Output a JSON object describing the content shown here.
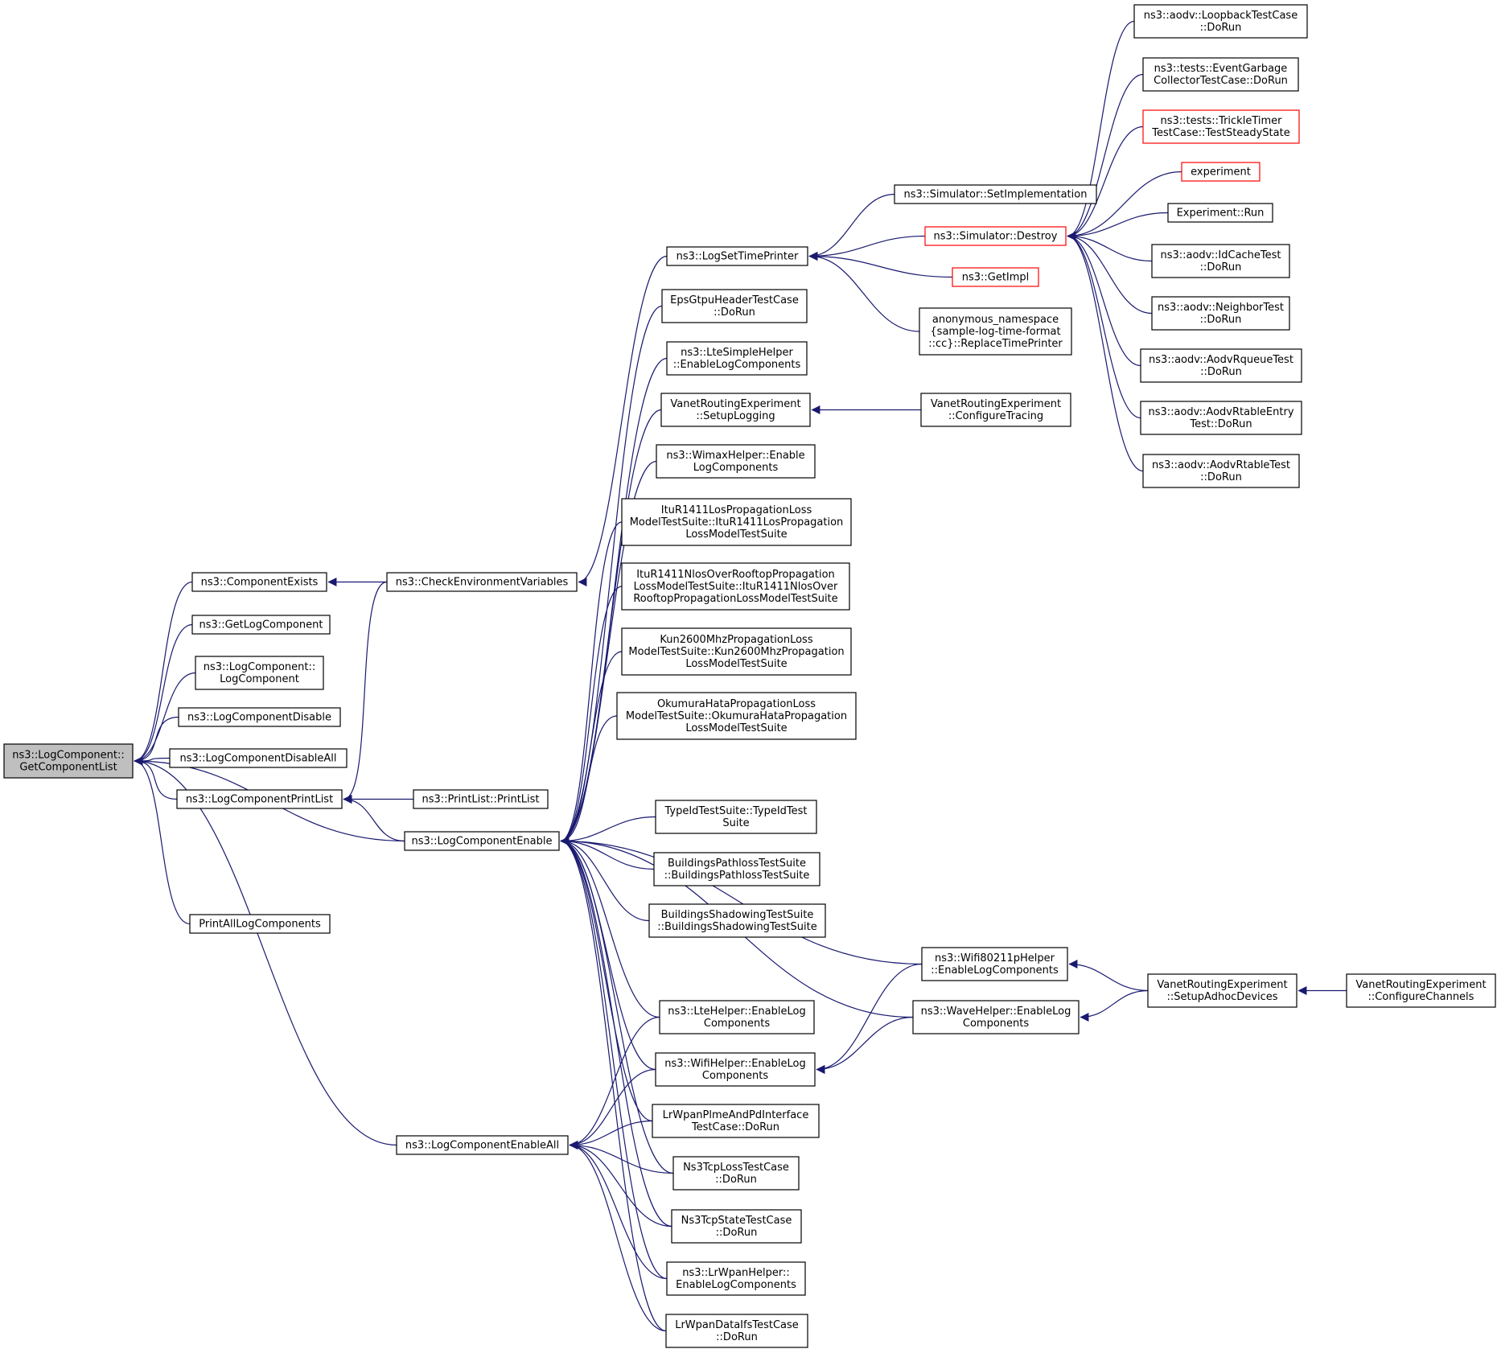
{
  "graph": {
    "colors": {
      "edge": "#191970",
      "node_border": "#000000",
      "node_border_highlight": "#ff0000",
      "focus_fill": "#bfbfbf"
    },
    "nodes": [
      {
        "id": "root",
        "lines": [
          "ns3::LogComponent::",
          "GetComponentList"
        ],
        "style": "gray"
      },
      {
        "id": "compexists",
        "lines": [
          "ns3::ComponentExists"
        ]
      },
      {
        "id": "getlogcomp",
        "lines": [
          "ns3::GetLogComponent"
        ]
      },
      {
        "id": "logcompctor",
        "lines": [
          "ns3::LogComponent::",
          "LogComponent"
        ]
      },
      {
        "id": "lcdisable",
        "lines": [
          "ns3::LogComponentDisable"
        ]
      },
      {
        "id": "lcdisableall",
        "lines": [
          "ns3::LogComponentDisableAll"
        ]
      },
      {
        "id": "lcprintlist",
        "lines": [
          "ns3::LogComponentPrintList"
        ]
      },
      {
        "id": "printall",
        "lines": [
          "PrintAllLogComponents"
        ]
      },
      {
        "id": "checkenv",
        "lines": [
          "ns3::CheckEnvironmentVariables"
        ]
      },
      {
        "id": "printlist",
        "lines": [
          "ns3::PrintList::PrintList"
        ]
      },
      {
        "id": "lcenable",
        "lines": [
          "ns3::LogComponentEnable"
        ]
      },
      {
        "id": "lcenableall",
        "lines": [
          "ns3::LogComponentEnableAll"
        ]
      },
      {
        "id": "logsettime",
        "lines": [
          "ns3::LogSetTimePrinter"
        ]
      },
      {
        "id": "epsgtpu",
        "lines": [
          "EpsGtpuHeaderTestCase",
          "::DoRun"
        ]
      },
      {
        "id": "ltesimple",
        "lines": [
          "ns3::LteSimpleHelper",
          "::EnableLogComponents"
        ]
      },
      {
        "id": "vanetsetuplog",
        "lines": [
          "VanetRoutingExperiment",
          "::SetupLogging"
        ]
      },
      {
        "id": "wimax",
        "lines": [
          "ns3::WimaxHelper::Enable",
          "LogComponents"
        ]
      },
      {
        "id": "itulos",
        "lines": [
          "ItuR1411LosPropagationLoss",
          "ModelTestSuite::ItuR1411LosPropagation",
          "LossModelTestSuite"
        ]
      },
      {
        "id": "itunlos",
        "lines": [
          "ItuR1411NlosOverRooftopPropagation",
          "LossModelTestSuite::ItuR1411NlosOver",
          "RooftopPropagationLossModelTestSuite"
        ]
      },
      {
        "id": "kun",
        "lines": [
          "Kun2600MhzPropagationLoss",
          "ModelTestSuite::Kun2600MhzPropagation",
          "LossModelTestSuite"
        ]
      },
      {
        "id": "okumura",
        "lines": [
          "OkumuraHataPropagationLoss",
          "ModelTestSuite::OkumuraHataPropagation",
          "LossModelTestSuite"
        ]
      },
      {
        "id": "typeid",
        "lines": [
          "TypeIdTestSuite::TypeIdTest",
          "Suite"
        ]
      },
      {
        "id": "bpath",
        "lines": [
          "BuildingsPathlossTestSuite",
          "::BuildingsPathlossTestSuite"
        ]
      },
      {
        "id": "bshadow",
        "lines": [
          "BuildingsShadowingTestSuite",
          "::BuildingsShadowingTestSuite"
        ]
      },
      {
        "id": "ltehelper",
        "lines": [
          "ns3::LteHelper::EnableLog",
          "Components"
        ]
      },
      {
        "id": "wifihelper",
        "lines": [
          "ns3::WifiHelper::EnableLog",
          "Components"
        ]
      },
      {
        "id": "lrplme",
        "lines": [
          "LrWpanPlmeAndPdInterface",
          "TestCase::DoRun"
        ]
      },
      {
        "id": "tcploss",
        "lines": [
          "Ns3TcpLossTestCase",
          "::DoRun"
        ]
      },
      {
        "id": "tcpstate",
        "lines": [
          "Ns3TcpStateTestCase",
          "::DoRun"
        ]
      },
      {
        "id": "lrwpanhelper",
        "lines": [
          "ns3::LrWpanHelper::",
          "EnableLogComponents"
        ]
      },
      {
        "id": "lrdataifs",
        "lines": [
          "LrWpanDataIfsTestCase",
          "::DoRun"
        ]
      },
      {
        "id": "simsetimpl",
        "lines": [
          "ns3::Simulator::SetImplementation"
        ]
      },
      {
        "id": "simdestroy",
        "lines": [
          "ns3::Simulator::Destroy"
        ],
        "style": "red"
      },
      {
        "id": "getimpl",
        "lines": [
          "ns3::GetImpl"
        ],
        "style": "red"
      },
      {
        "id": "anon",
        "lines": [
          "anonymous_namespace",
          "{sample-log-time-format",
          "::cc}::ReplaceTimePrinter"
        ]
      },
      {
        "id": "vanetcfgtrace",
        "lines": [
          "VanetRoutingExperiment",
          "::ConfigureTracing"
        ]
      },
      {
        "id": "wifi80211p",
        "lines": [
          "ns3::Wifi80211pHelper",
          "::EnableLogComponents"
        ]
      },
      {
        "id": "wavehelper",
        "lines": [
          "ns3::WaveHelper::EnableLog",
          "Components"
        ]
      },
      {
        "id": "vanetadhoc",
        "lines": [
          "VanetRoutingExperiment",
          "::SetupAdhocDevices"
        ]
      },
      {
        "id": "vanetchan",
        "lines": [
          "VanetRoutingExperiment",
          "::ConfigureChannels"
        ]
      },
      {
        "id": "aodvloop",
        "lines": [
          "ns3::aodv::LoopbackTestCase",
          "::DoRun"
        ]
      },
      {
        "id": "eventgc",
        "lines": [
          "ns3::tests::EventGarbage",
          "CollectorTestCase::DoRun"
        ]
      },
      {
        "id": "trickle",
        "lines": [
          "ns3::tests::TrickleTimer",
          "TestCase::TestSteadyState"
        ],
        "style": "red"
      },
      {
        "id": "experiment",
        "lines": [
          "experiment"
        ],
        "style": "red"
      },
      {
        "id": "exprun",
        "lines": [
          "Experiment::Run"
        ]
      },
      {
        "id": "idcache",
        "lines": [
          "ns3::aodv::IdCacheTest",
          "::DoRun"
        ]
      },
      {
        "id": "neighbor",
        "lines": [
          "ns3::aodv::NeighborTest",
          "::DoRun"
        ]
      },
      {
        "id": "rqueue",
        "lines": [
          "ns3::aodv::AodvRqueueTest",
          "::DoRun"
        ]
      },
      {
        "id": "rtableentry",
        "lines": [
          "ns3::aodv::AodvRtableEntry",
          "Test::DoRun"
        ]
      },
      {
        "id": "rtable",
        "lines": [
          "ns3::aodv::AodvRtableTest",
          "::DoRun"
        ]
      }
    ],
    "edges": [
      [
        "root",
        "compexists"
      ],
      [
        "root",
        "getlogcomp"
      ],
      [
        "root",
        "logcompctor"
      ],
      [
        "root",
        "lcdisable"
      ],
      [
        "root",
        "lcdisableall"
      ],
      [
        "root",
        "lcprintlist"
      ],
      [
        "root",
        "lcenable"
      ],
      [
        "root",
        "lcenableall"
      ],
      [
        "root",
        "printall"
      ],
      [
        "compexists",
        "checkenv"
      ],
      [
        "lcprintlist",
        "checkenv"
      ],
      [
        "lcprintlist",
        "printlist"
      ],
      [
        "lcprintlist",
        "lcenable"
      ],
      [
        "checkenv",
        "logsettime"
      ],
      [
        "lcenable",
        "epsgtpu"
      ],
      [
        "lcenable",
        "ltesimple"
      ],
      [
        "lcenable",
        "vanetsetuplog"
      ],
      [
        "lcenable",
        "wimax"
      ],
      [
        "lcenable",
        "itulos"
      ],
      [
        "lcenable",
        "itunlos"
      ],
      [
        "lcenable",
        "kun"
      ],
      [
        "lcenable",
        "okumura"
      ],
      [
        "lcenable",
        "typeid"
      ],
      [
        "lcenable",
        "bpath"
      ],
      [
        "lcenable",
        "bshadow"
      ],
      [
        "lcenable",
        "wifi80211p"
      ],
      [
        "lcenable",
        "wavehelper"
      ],
      [
        "lcenable",
        "ltehelper"
      ],
      [
        "lcenable",
        "wifihelper"
      ],
      [
        "lcenable",
        "lrplme"
      ],
      [
        "lcenable",
        "tcploss"
      ],
      [
        "lcenable",
        "tcpstate"
      ],
      [
        "lcenable",
        "lrwpanhelper"
      ],
      [
        "lcenable",
        "lrdataifs"
      ],
      [
        "lcenableall",
        "ltehelper"
      ],
      [
        "lcenableall",
        "wifihelper"
      ],
      [
        "lcenableall",
        "lrplme"
      ],
      [
        "lcenableall",
        "tcploss"
      ],
      [
        "lcenableall",
        "tcpstate"
      ],
      [
        "lcenableall",
        "lrwpanhelper"
      ],
      [
        "lcenableall",
        "lrdataifs"
      ],
      [
        "logsettime",
        "simsetimpl"
      ],
      [
        "logsettime",
        "simdestroy"
      ],
      [
        "logsettime",
        "getimpl"
      ],
      [
        "logsettime",
        "anon"
      ],
      [
        "vanetsetuplog",
        "vanetcfgtrace"
      ],
      [
        "wifihelper",
        "wifi80211p"
      ],
      [
        "wifihelper",
        "wavehelper"
      ],
      [
        "wifi80211p",
        "vanetadhoc"
      ],
      [
        "wavehelper",
        "vanetadhoc"
      ],
      [
        "vanetadhoc",
        "vanetchan"
      ],
      [
        "simdestroy",
        "aodvloop"
      ],
      [
        "simdestroy",
        "eventgc"
      ],
      [
        "simdestroy",
        "trickle"
      ],
      [
        "simdestroy",
        "experiment"
      ],
      [
        "simdestroy",
        "exprun"
      ],
      [
        "simdestroy",
        "idcache"
      ],
      [
        "simdestroy",
        "neighbor"
      ],
      [
        "simdestroy",
        "rqueue"
      ],
      [
        "simdestroy",
        "rtableentry"
      ],
      [
        "simdestroy",
        "rtable"
      ]
    ]
  }
}
